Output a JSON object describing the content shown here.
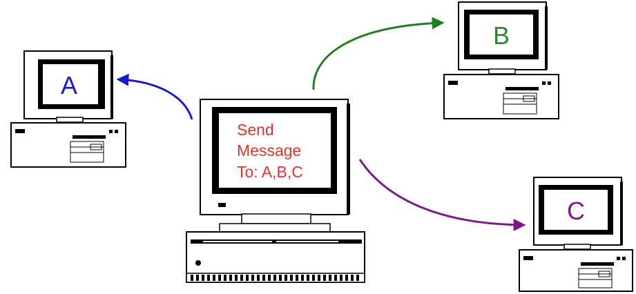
{
  "computers": {
    "a": {
      "label": "A",
      "color": "#1a1acc"
    },
    "b": {
      "label": "B",
      "color": "#2a8a2a"
    },
    "c": {
      "label": "C",
      "color": "#7a1a8a"
    },
    "sender": {
      "lines": [
        "Send",
        "Message",
        "To: A,B,C"
      ],
      "color": "#e0302a"
    }
  },
  "arrows": {
    "to_a": {
      "color": "#1a1acc"
    },
    "to_b": {
      "color": "#1f7f1f"
    },
    "to_c": {
      "color": "#7a1a8a"
    }
  }
}
